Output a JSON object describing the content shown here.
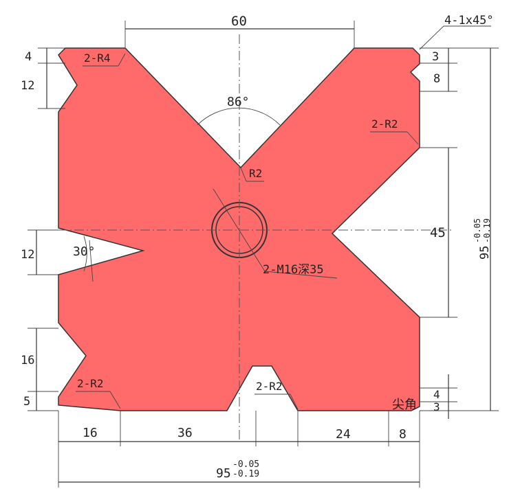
{
  "colors": {
    "part_fill": "#ff6b6b",
    "line": "#222222",
    "paper": "#ffffff"
  },
  "top": {
    "width_60": "60",
    "chamfer": "4-1x45°"
  },
  "left": {
    "d4": "4",
    "d12_top": "12",
    "d12_mid": "12",
    "d16": "16",
    "d5": "5"
  },
  "right": {
    "d3": "3",
    "d8": "8",
    "d45": "45",
    "d4_bottom": "4",
    "d3_bottom": "3",
    "total_nominal": "95",
    "total_tol_upper": "-0.05",
    "total_tol_lower": "-0.19"
  },
  "bottom": {
    "d16": "16",
    "d36": "36",
    "d24": "24",
    "d8": "8",
    "total_nominal": "95",
    "total_tol_upper": "-0.05",
    "total_tol_lower": "-0.19"
  },
  "callouts": {
    "r4": "2-R4",
    "r2_top_right": "2-R2",
    "r2_center": "R2",
    "angle_86": "86°",
    "angle_30": "30°",
    "thread": "2-M16深35",
    "r2_bottom_left": "2-R2",
    "r2_bottom_mid": "2-R2",
    "sharp_corner": "尖角"
  }
}
